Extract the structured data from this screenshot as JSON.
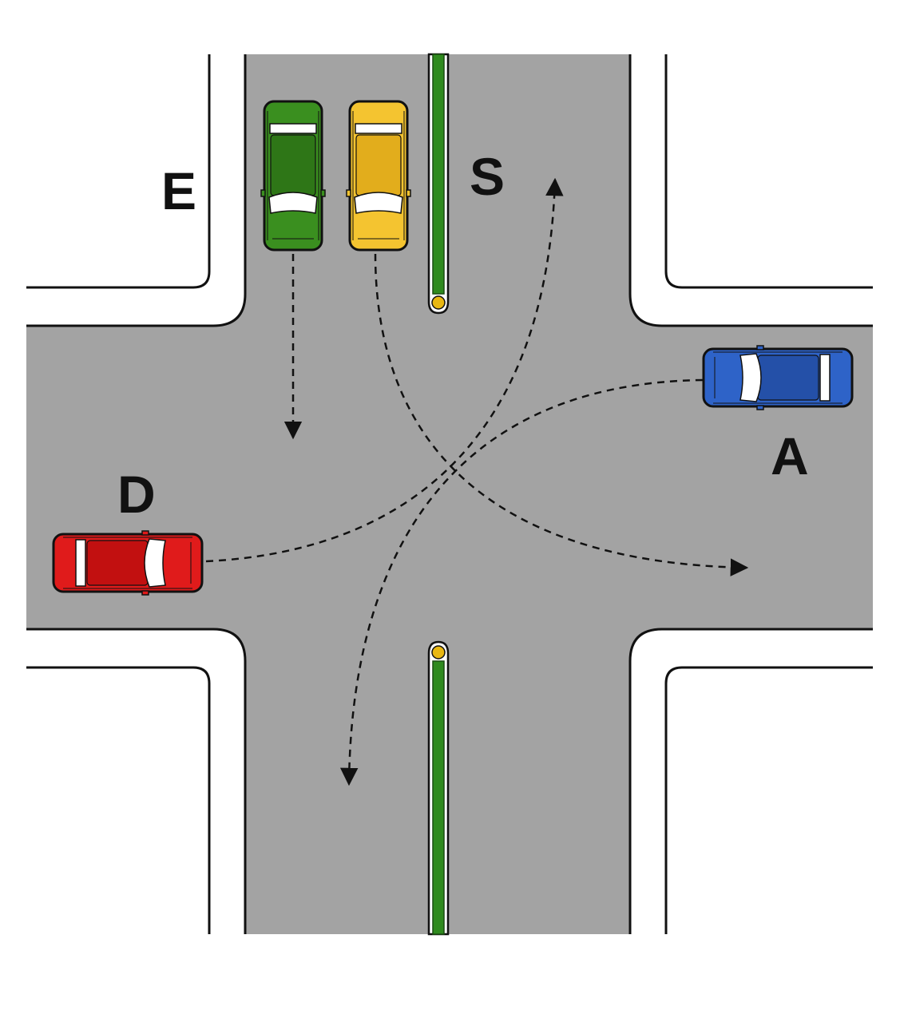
{
  "labels": {
    "e": "E",
    "s": "S",
    "a": "A",
    "d": "D"
  },
  "colors": {
    "background": "#ffffff",
    "road": "#a3a3a3",
    "curb_line": "#111111",
    "median_green": "#2f8a1e",
    "median_tip": "#e8b712",
    "path_line": "#111111"
  },
  "vehicles": [
    {
      "id": "green-car",
      "color": "#3a8f1f",
      "roof": "#2e7617"
    },
    {
      "id": "yellow-car",
      "color": "#f4c430",
      "roof": "#e2ad1c"
    },
    {
      "id": "blue-car",
      "color": "#2e63c8",
      "roof": "#2450a8"
    },
    {
      "id": "red-car",
      "color": "#e01b1b",
      "roof": "#c21010"
    }
  ]
}
